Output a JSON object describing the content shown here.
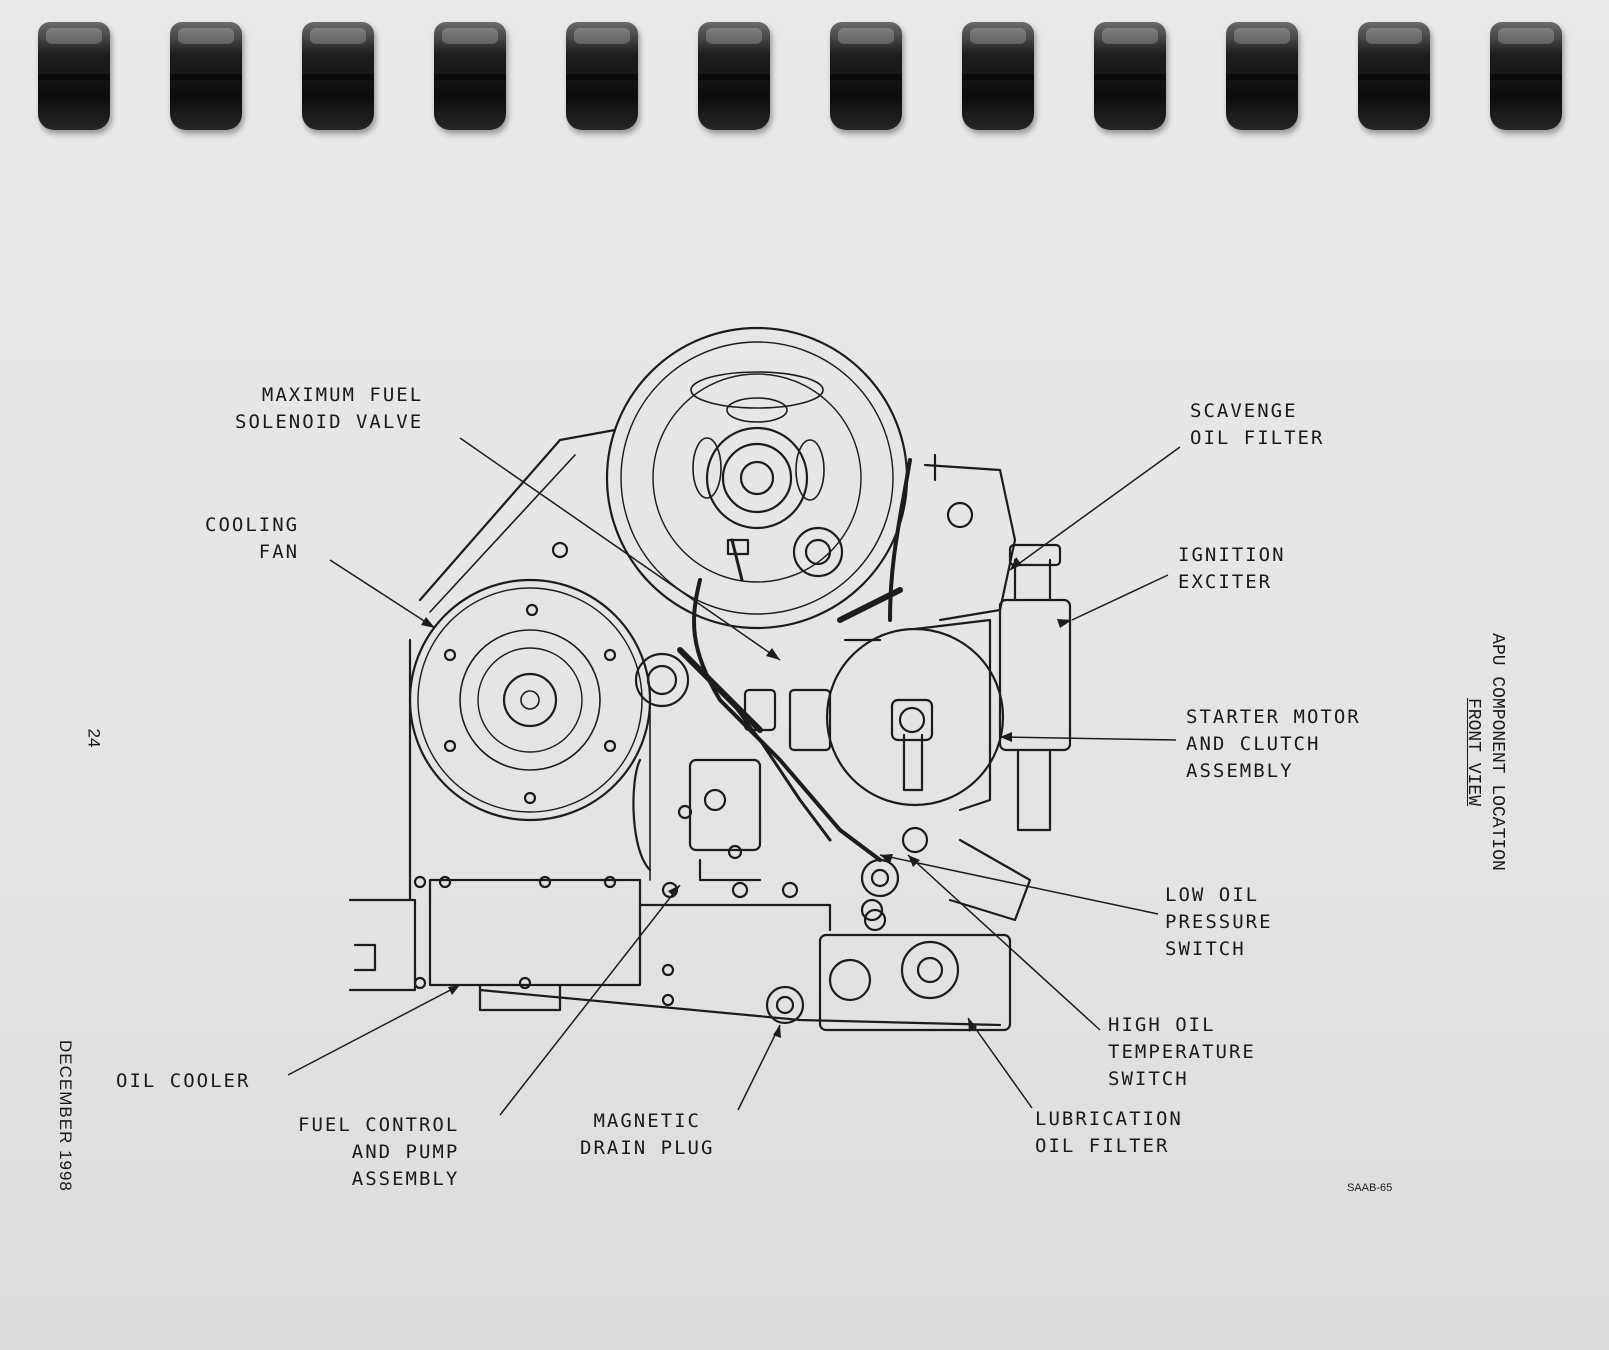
{
  "labels": {
    "max_fuel_valve": "MAXIMUM FUEL\nSOLENOID VALVE",
    "cooling_fan": "COOLING\nFAN",
    "oil_cooler": "OIL COOLER",
    "fuel_control": "FUEL CONTROL\nAND PUMP\nASSEMBLY",
    "magnetic_drain": "MAGNETIC\nDRAIN PLUG",
    "lubrication_filter": "LUBRICATION\nOIL FILTER",
    "high_oil_temp": "HIGH OIL\nTEMPERATURE\nSWITCH",
    "low_oil_pressure": "LOW OIL\nPRESSURE\nSWITCH",
    "starter_motor": "STARTER MOTOR\nAND CLUTCH\nASSEMBLY",
    "ignition_exciter": "IGNITION\nEXCITER",
    "scavenge_filter": "SCAVENGE\nOIL FILTER"
  },
  "figure": {
    "title_line1": "APU COMPONENT LOCATION",
    "title_line2": "FRONT VIEW",
    "code": "SAAB-65"
  },
  "page": {
    "number": "24",
    "date": "DECEMBER 1998"
  }
}
